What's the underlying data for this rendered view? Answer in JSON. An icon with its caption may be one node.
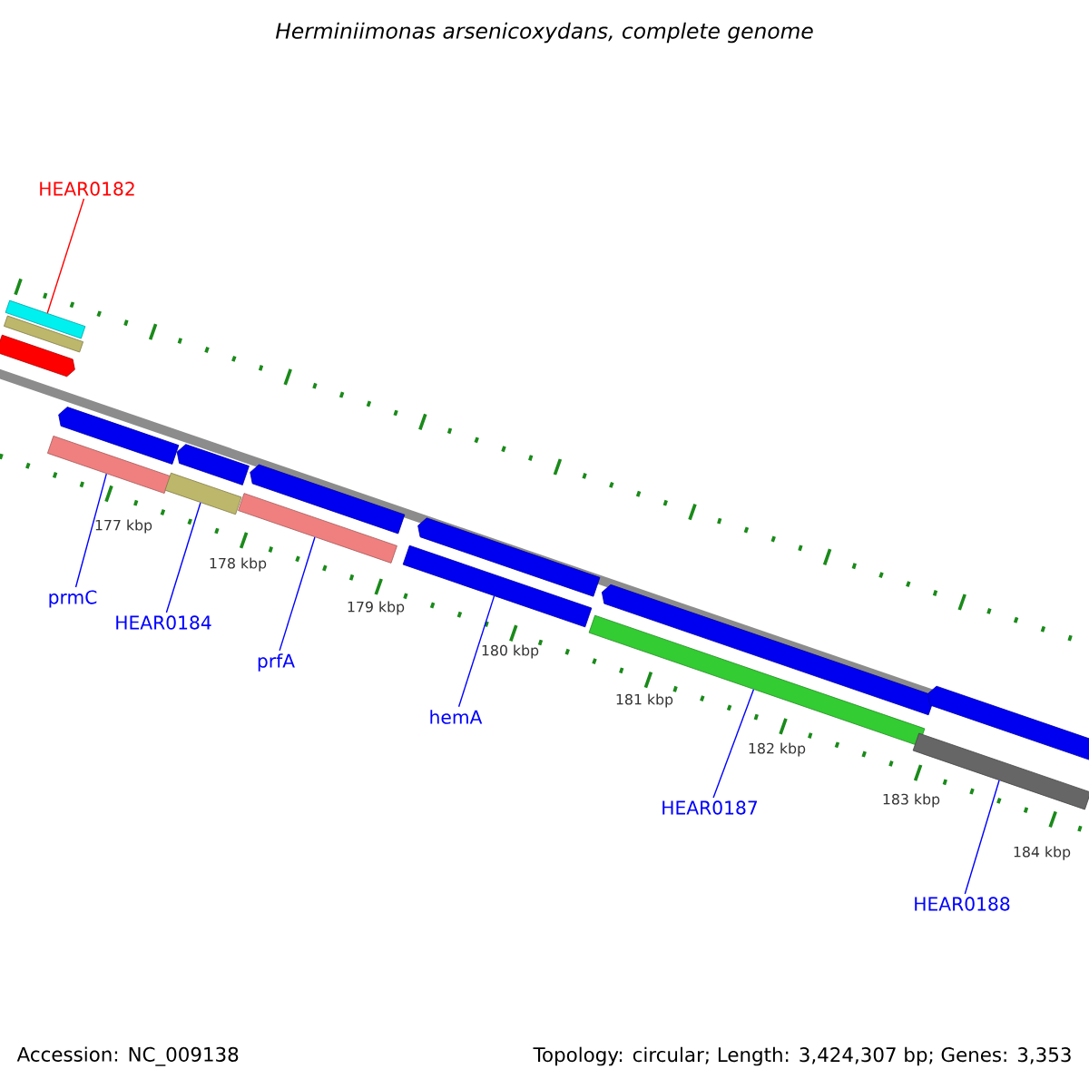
{
  "diagram": {
    "title": "Herminiimonas arsenicoxydans, complete genome",
    "nodes": [
      {
        "text": [
          "HEAR0182"
        ]
      },
      {
        "text": [],
        "shape": "bar"
      },
      {
        "text": [
          "prmC"
        ]
      },
      {
        "text": [],
        "shape": "bar"
      },
      {
        "text": [
          "HEAR0184"
        ]
      },
      {
        "text": [],
        "shape": "bar"
      },
      {
        "text": [
          "prfA"
        ]
      },
      {
        "text": [],
        "shape": "bar"
      },
      {
        "text": [
          "hemA"
        ]
      },
      {
        "text": [],
        "shape": "bar"
      },
      {
        "text": [
          "HEAR0187"
        ]
      },
      {
        "text": [],
        "shape": "bar"
      },
      {
        "text": [
          "HEAR0188"
        ]
      },
      {
        "text": [],
        "shape": "bar"
      },
      {
        "text": [],
        "shape": "bar"
      },
      {
        "text": [],
        "shape": "bar"
      },
      {
        "text": [],
        "shape": "bar"
      },
      {
        "text": [],
        "shape": "bar"
      },
      {
        "text": [],
        "shape": "bar"
      },
      {
        "text": [],
        "shape": "bar"
      },
      {
        "text": [],
        "shape": "bar"
      },
      {
        "text": [],
        "shape": "bar"
      }
    ],
    "edges": [
      {
        "from": 0,
        "to": 1,
        "arrow": "none",
        "color": "#ff0000"
      },
      {
        "from": 2,
        "to": 3,
        "arrow": "none"
      },
      {
        "from": 4,
        "to": 5,
        "arrow": "none"
      },
      {
        "from": 6,
        "to": 7,
        "arrow": "none"
      },
      {
        "from": 8,
        "to": 9,
        "arrow": "none"
      },
      {
        "from": 10,
        "to": 11,
        "arrow": "none"
      },
      {
        "from": 12,
        "to": 13,
        "arrow": "none"
      }
    ],
    "labels": [
      "177 kbp",
      "178 kbp",
      "179 kbp",
      "180 kbp",
      "181 kbp",
      "182 kbp",
      "183 kbp",
      "184 kbp",
      "Accession: NC_009138",
      "Topology: circular; Length: 3,424,307 bp; Genes: 3,353"
    ]
  }
}
